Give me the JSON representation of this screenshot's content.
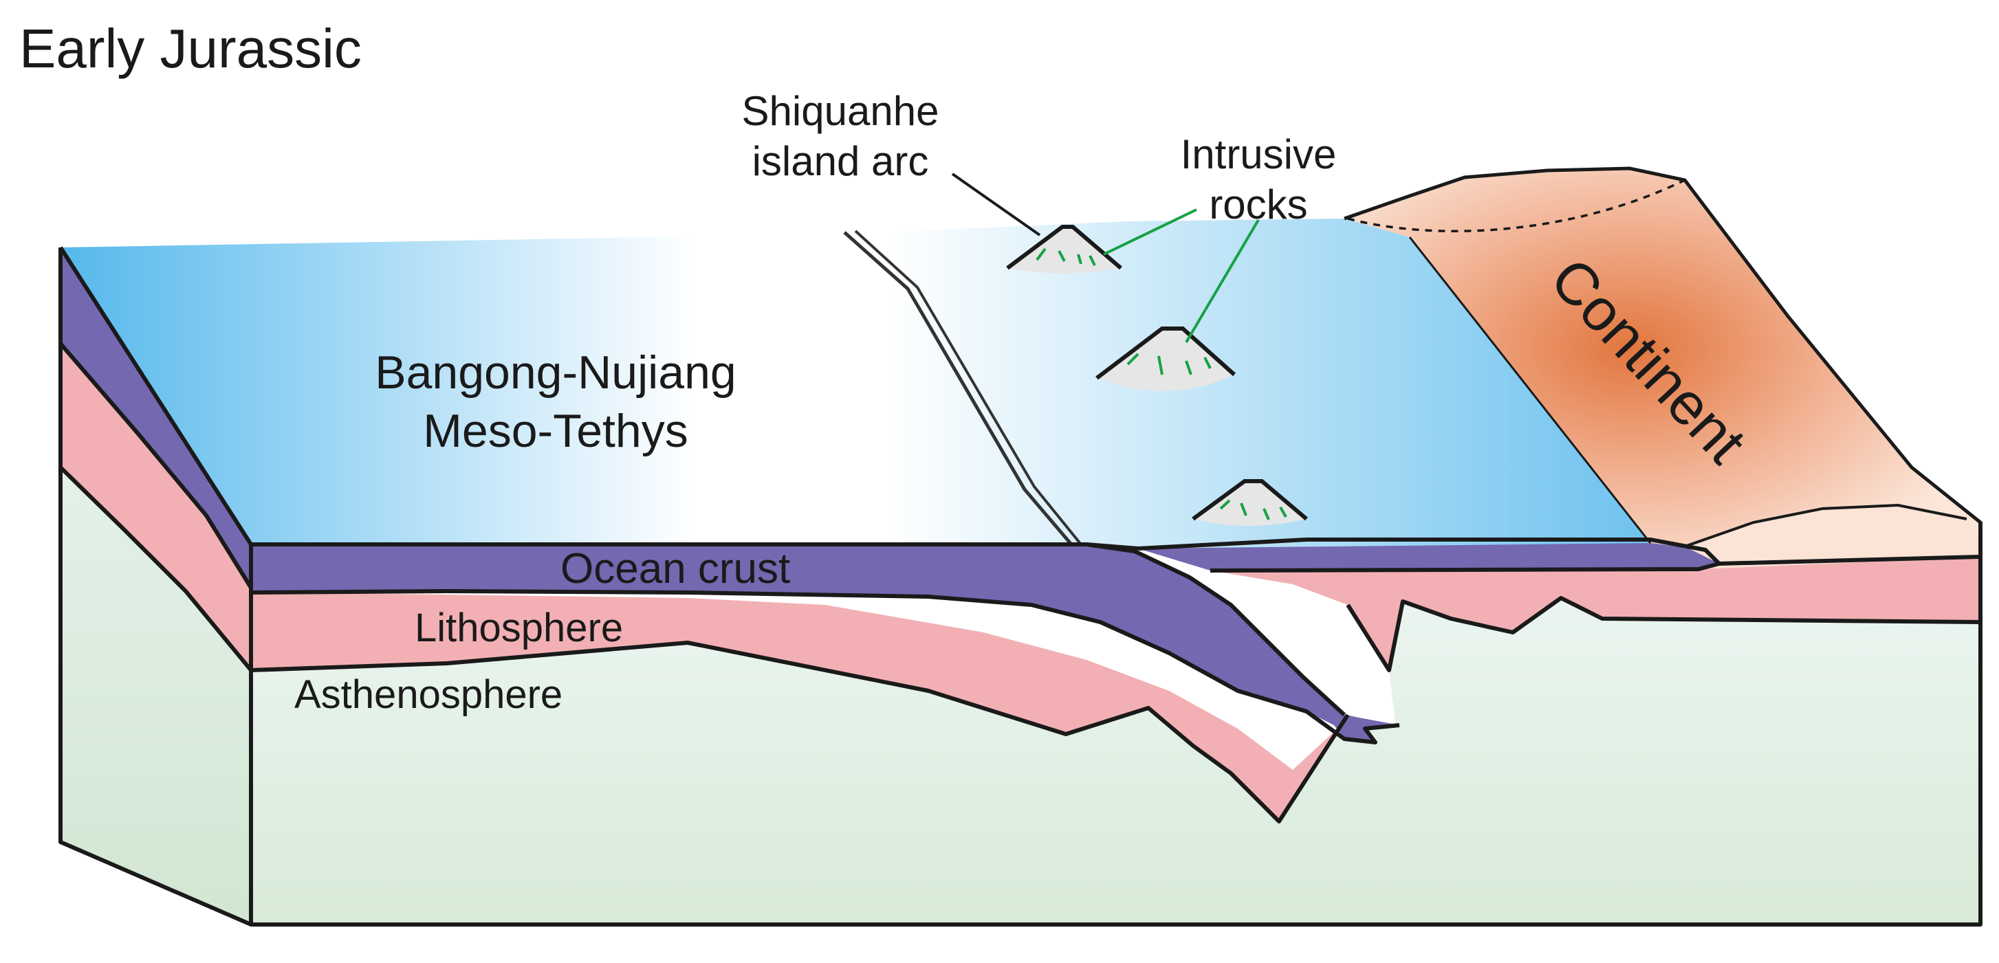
{
  "title": "Early Jurassic",
  "labels": {
    "island_arc_line1": "Shiquanhe",
    "island_arc_line2": "island arc",
    "intrusive_line1": "Intrusive",
    "intrusive_line2": "rocks",
    "ocean_line1": "Bangong-Nujiang",
    "ocean_line2": "Meso-Tethys",
    "ocean_crust": "Ocean crust",
    "lithosphere": "Lithosphere",
    "asthenosphere": "Asthenosphere",
    "continent": "Continent"
  },
  "colors": {
    "ocean_deep": "#55b8ec",
    "ocean_light": "#ffffff",
    "ocean_crust": "#7468b1",
    "lithosphere": "#f2b0b4",
    "asthenosphere_top": "#e8f4ef",
    "asthenosphere_bottom": "#dcebdc",
    "continent_core": "#e2763e",
    "continent_edge": "#fbe4d6",
    "island": "#e6e6e6",
    "intrusive": "#17a146",
    "outline": "#1a1a1a"
  }
}
